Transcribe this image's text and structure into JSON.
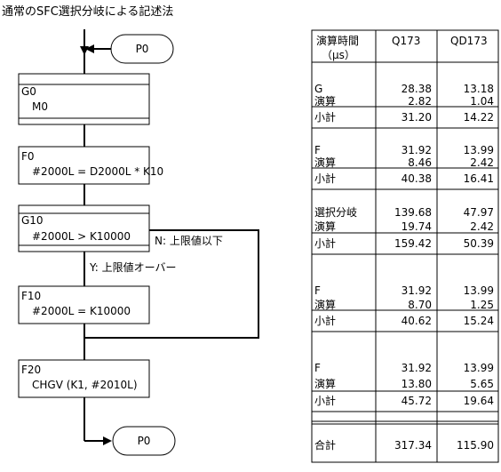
{
  "title": "通常のSFC選択分岐による記述法",
  "flow": {
    "start_label": "P0",
    "end_label": "P0",
    "steps": [
      {
        "name": "G0",
        "code": "M0"
      },
      {
        "name": "F0",
        "code": "#2000L = D2000L * K10"
      },
      {
        "name": "G10",
        "code": "#2000L > K10000"
      },
      {
        "name": "F10",
        "code": "#2000L = K10000"
      },
      {
        "name": "F20",
        "code": "CHGV (K1, #2010L)"
      }
    ],
    "branch_no": "N: 上限値以下",
    "branch_yes": "Y: 上限値オーバー"
  },
  "table": {
    "header": {
      "col1_line1": "演算時間",
      "col1_line2": "（μs）",
      "col2": "Q173",
      "col3": "QD173"
    },
    "groups": [
      {
        "rows": [
          [
            "G",
            "28.38",
            "13.18"
          ],
          [
            "演算",
            "2.82",
            "1.04"
          ]
        ],
        "subtotal": [
          "小計",
          "31.20",
          "14.22"
        ]
      },
      {
        "rows": [
          [
            "F",
            "31.92",
            "13.99"
          ],
          [
            "演算",
            "8.46",
            "2.42"
          ]
        ],
        "subtotal": [
          "小計",
          "40.38",
          "16.41"
        ]
      },
      {
        "rows": [
          [
            "選択分岐",
            "139.68",
            "47.97"
          ],
          [
            "演算",
            "19.74",
            "2.42"
          ]
        ],
        "subtotal": [
          "小計",
          "159.42",
          "50.39"
        ]
      },
      {
        "rows": [
          [
            "F",
            "31.92",
            "13.99"
          ],
          [
            "演算",
            "8.70",
            "1.25"
          ]
        ],
        "subtotal": [
          "小計",
          "40.62",
          "15.24"
        ]
      },
      {
        "rows": [
          [
            "F",
            "31.92",
            "13.99"
          ],
          [
            "演算",
            "13.80",
            "5.65"
          ]
        ],
        "subtotal": [
          "小計",
          "45.72",
          "19.64"
        ]
      }
    ],
    "total": [
      "合計",
      "317.34",
      "115.90"
    ]
  }
}
